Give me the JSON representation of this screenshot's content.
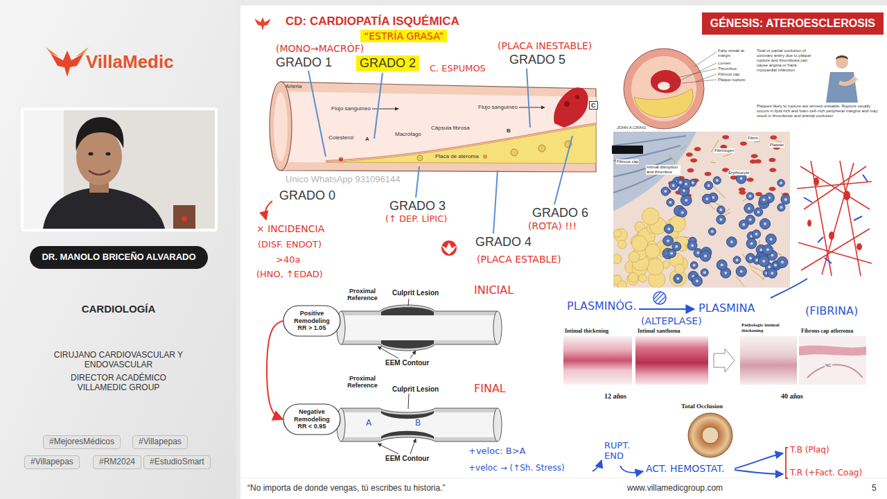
{
  "diagram": {
    "title": "CD: CARDIOPATÍA ISQUÉMICA",
    "nodes": [
      {
        "text": [
          "DR. MANOLO BRICEÑO ALVARADO"
        ]
      },
      {
        "text": [
          "#MejoresMédicos"
        ]
      },
      {
        "text": [
          "#Villapepas"
        ]
      },
      {
        "text": [
          "#Villapepas"
        ]
      },
      {
        "text": [
          "#RM2024"
        ]
      },
      {
        "text": [
          "#EstudioSmart"
        ]
      },
      {
        "text": [
          "GÉNESIS: ATEROESCLEROSIS"
        ]
      },
      {
        "text": [
          "“ESTRÍA GRASA”"
        ]
      },
      {
        "text": [
          "GRADO 2"
        ]
      },
      {
        "text": [
          "Positive Remodeling RR > 1.05"
        ]
      },
      {
        "text": [
          "Negative Remodeling RR < 0.95"
        ]
      }
    ],
    "edges": [
      {
        "from": 9,
        "to": 10,
        "arrow": "to"
      }
    ],
    "labels": [
      "VillaMedic",
      "CARDIOLOGÍA",
      "CIRUJANO CARDIOVASCULAR Y ENDOVASCULAR",
      "DIRECTOR ACADÉMICO VILLAMEDIC GROUP",
      "(MONO→MACRÓF)",
      "GRADO 1",
      "C. ESPUMOS",
      "(PLACA INESTABLE)",
      "GRADO 5",
      "Arteria",
      "Flujo sanguíneo",
      "Flujo sanguíneo",
      "Colesterol",
      "A",
      "Macrófago",
      "Cápsula fibrosa",
      "B",
      "Placa de ateroma",
      "C",
      "GRADO 0",
      "Unico WhatsApp 931096144",
      "GRADO 3",
      "(↑ DEP. LÍPIC)",
      "GRADO 6",
      "(ROTA) !!!",
      "GRADO 4",
      "(PLACA ESTABLE)",
      "× INCIDENCIA",
      "(DISF. ENDOT)",
      ">40a",
      "(HNO, ↑EDAD)",
      "Proximal Reference",
      "Culprit Lesion",
      "INICIAL",
      "EEM Contour",
      "Proximal Reference",
      "Culprit Lesion",
      "FINAL",
      "A",
      "B",
      "EEM Contour",
      "+veloc: B>A",
      "+veloc → (↑Sh. Stress)",
      "RUPT. END",
      "ACT. HEMOSTAT.",
      "T.B (Plaq)",
      "T.R (+Fact. Coag)",
      "Fatty streak at margin",
      "Lumen",
      "Thrombus",
      "Fibrous cap",
      "Plaque rupture",
      "Total or partial occlusion of coronary artery due to plaque rupture and thrombosis can cause angina or frank myocardial infarction",
      "Plaques likely to rupture are termed unstable. Rupture usually occurs in lipid-rich and foam cell–rich peripheral margins and may result in thrombosis and arterial occlusion",
      "JOHN A.CRAIG",
      "Fibrin",
      "Platelet",
      "Fibrinogen",
      "Erythrocyte",
      "Fibrous cap",
      "Intimal disruption and thrombus",
      "PLASMINÓG.",
      "PLASMINA",
      "(ALTEPLASE)",
      "(FIBRINA)",
      "Intimal thickening",
      "Intimal xanthoma",
      "Pathologic intimal thickening",
      "Fibrous cap atheroma",
      "NC",
      "12 años",
      "40 años",
      "Total Occlusion",
      "“No importa de donde vengas, tú escribes tu historia.”",
      "www.villamedicgroup.com",
      "5"
    ]
  }
}
